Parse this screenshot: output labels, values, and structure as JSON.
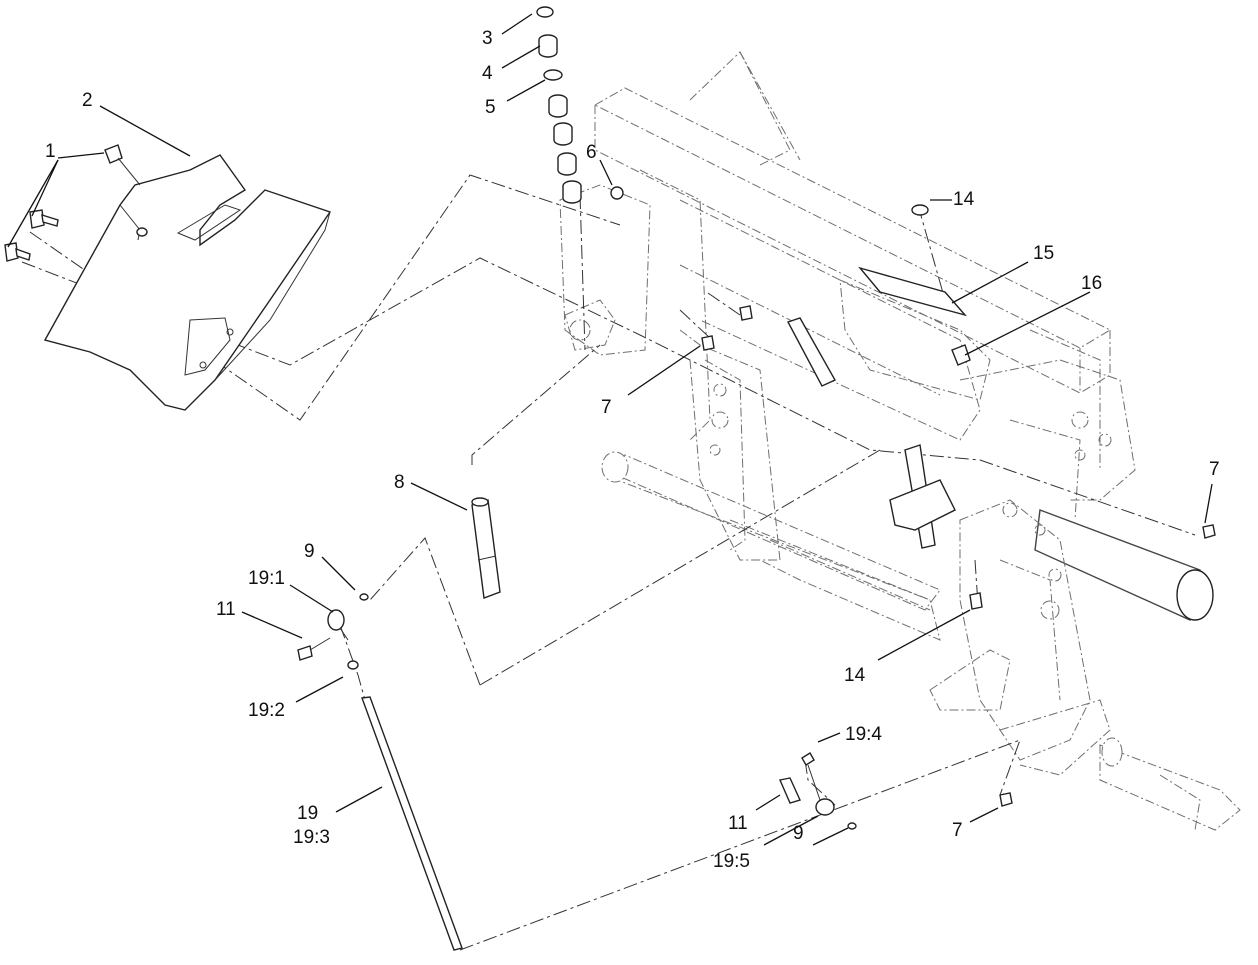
{
  "callouts": [
    {
      "id": "c1",
      "text": "1"
    },
    {
      "id": "c2",
      "text": "2"
    },
    {
      "id": "c3",
      "text": "3"
    },
    {
      "id": "c4",
      "text": "4"
    },
    {
      "id": "c5",
      "text": "5"
    },
    {
      "id": "c6",
      "text": "6"
    },
    {
      "id": "c7a",
      "text": "7"
    },
    {
      "id": "c7b",
      "text": "7"
    },
    {
      "id": "c7c",
      "text": "7"
    },
    {
      "id": "c8",
      "text": "8"
    },
    {
      "id": "c9a",
      "text": "9"
    },
    {
      "id": "c9b",
      "text": "9"
    },
    {
      "id": "c11a",
      "text": "11"
    },
    {
      "id": "c11b",
      "text": "11"
    },
    {
      "id": "c14a",
      "text": "14"
    },
    {
      "id": "c14b",
      "text": "14"
    },
    {
      "id": "c15",
      "text": "15"
    },
    {
      "id": "c16",
      "text": "16"
    },
    {
      "id": "c19_1",
      "text": "19:1"
    },
    {
      "id": "c19_2",
      "text": "19:2"
    },
    {
      "id": "c19",
      "text": "19"
    },
    {
      "id": "c19_3",
      "text": "19:3"
    },
    {
      "id": "c19_4",
      "text": "19:4"
    },
    {
      "id": "c19_5",
      "text": "19:5"
    }
  ]
}
